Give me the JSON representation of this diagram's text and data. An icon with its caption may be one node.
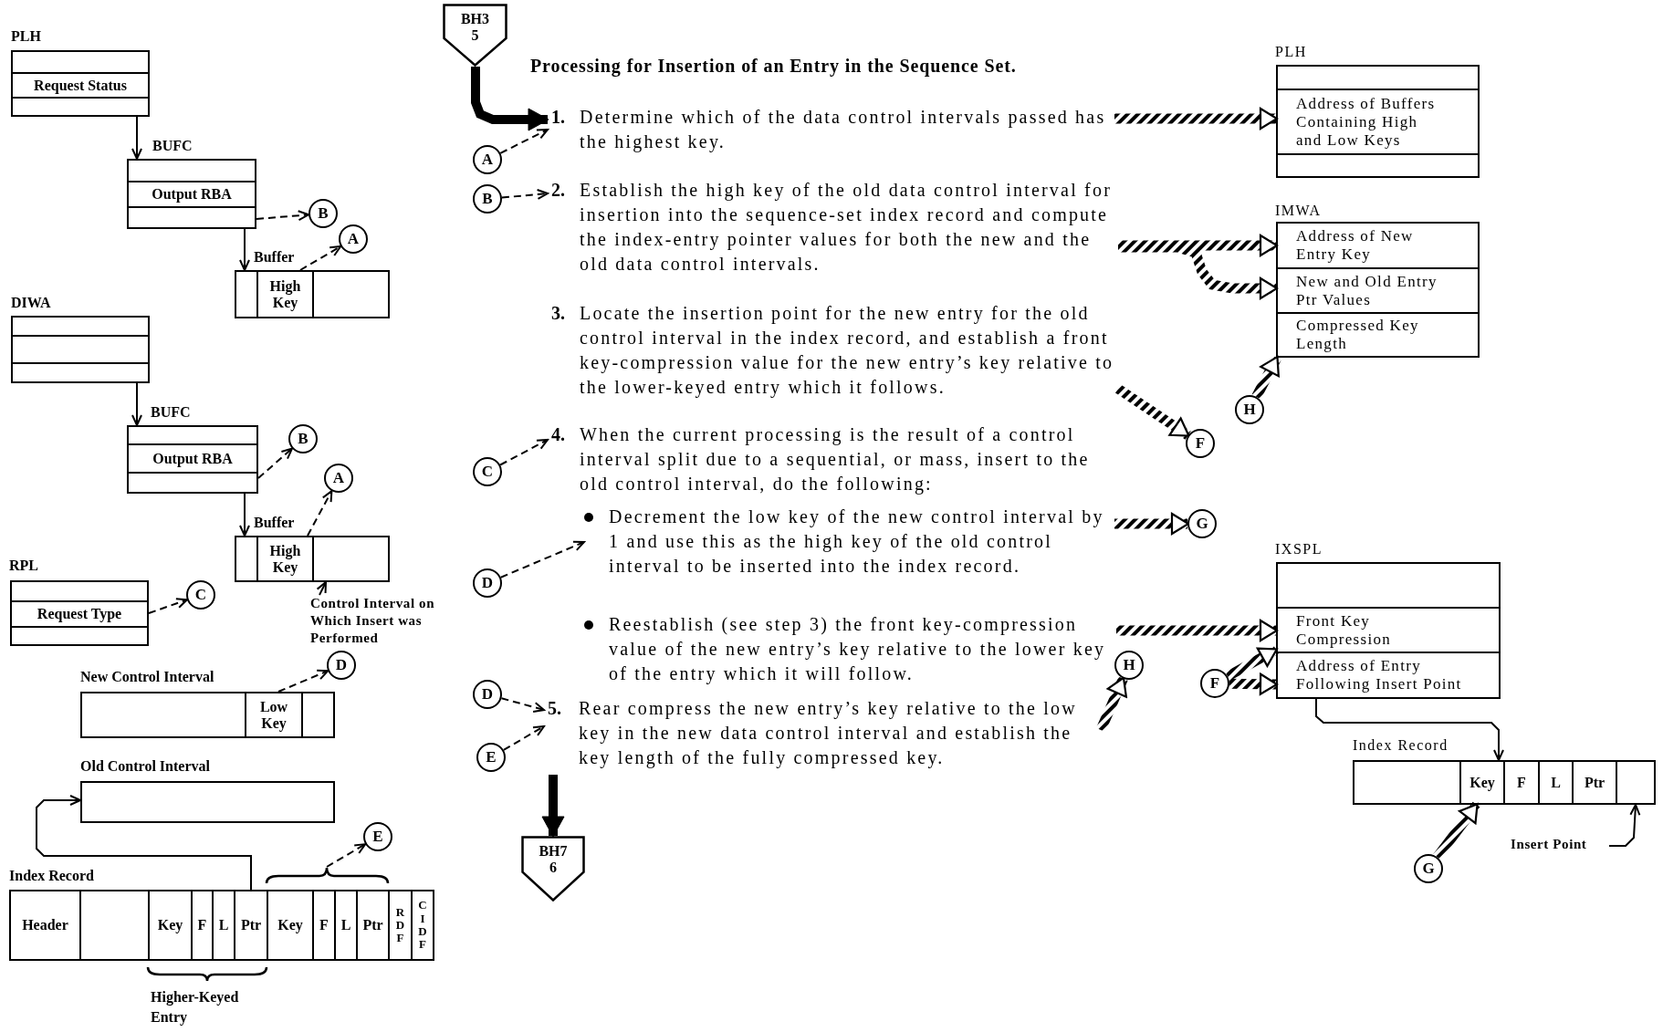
{
  "diagram": {
    "title": "Processing for Insertion of an Entry in the Sequence Set.",
    "nodes": [
      {
        "text": [
          "PLH"
        ]
      },
      {
        "text": [],
        "shape": "box",
        "in": 0
      },
      {
        "text": [
          "Request Status"
        ],
        "in": 0
      },
      {
        "text": [],
        "shape": "box",
        "in": 0
      },
      {
        "text": [
          "BUFC"
        ]
      },
      {
        "text": [],
        "shape": "box",
        "in": 4
      },
      {
        "text": [
          "Output RBA"
        ],
        "in": 4
      },
      {
        "text": [],
        "shape": "box",
        "in": 4
      },
      {
        "text": [
          "Buffer"
        ]
      },
      {
        "text": [],
        "shape": "box",
        "in": 8
      },
      {
        "text": [
          "High Key"
        ],
        "in": 8
      },
      {
        "text": [],
        "shape": "box",
        "in": 8
      },
      {
        "text": [
          "B"
        ]
      },
      {
        "text": [
          "A"
        ]
      },
      {
        "text": [
          "DIWA"
        ]
      },
      {
        "text": [],
        "shape": "box",
        "in": 14
      },
      {
        "text": [],
        "shape": "box",
        "in": 14
      },
      {
        "text": [],
        "shape": "box",
        "in": 14
      },
      {
        "text": [
          "BUFC"
        ]
      },
      {
        "text": [],
        "shape": "box",
        "in": 18
      },
      {
        "text": [
          "Output RBA"
        ],
        "in": 18
      },
      {
        "text": [],
        "shape": "box",
        "in": 18
      },
      {
        "text": [
          "B"
        ]
      },
      {
        "text": [
          "A"
        ]
      },
      {
        "text": [
          "Buffer"
        ]
      },
      {
        "text": [],
        "shape": "box",
        "in": 24
      },
      {
        "text": [
          "High Key"
        ],
        "in": 24
      },
      {
        "text": [],
        "shape": "box",
        "in": 24
      },
      {
        "text": [
          "Control Interval on Which Insert was Performed"
        ]
      },
      {
        "text": [
          "RPL"
        ]
      },
      {
        "text": [],
        "shape": "box",
        "in": 29
      },
      {
        "text": [
          "Request Type"
        ],
        "in": 29
      },
      {
        "text": [],
        "shape": "box",
        "in": 29
      },
      {
        "text": [
          "C"
        ]
      },
      {
        "text": [
          "New Control Interval"
        ]
      },
      {
        "text": [],
        "shape": "box",
        "in": 34
      },
      {
        "text": [
          "Low Key"
        ],
        "in": 34
      },
      {
        "text": [],
        "shape": "box",
        "in": 34
      },
      {
        "text": [
          "D"
        ]
      },
      {
        "text": [
          "Old Control Interval"
        ]
      },
      {
        "text": [
          "Index Record"
        ]
      },
      {
        "text": [
          "Header"
        ],
        "in": 40
      },
      {
        "text": [],
        "shape": "box",
        "in": 40
      },
      {
        "text": [
          "Key"
        ],
        "in": 40
      },
      {
        "text": [
          "F"
        ],
        "in": 40
      },
      {
        "text": [
          "L"
        ],
        "in": 40
      },
      {
        "text": [
          "Ptr"
        ],
        "in": 40
      },
      {
        "text": [
          "Key"
        ],
        "in": 40
      },
      {
        "text": [
          "F"
        ],
        "in": 40
      },
      {
        "text": [
          "L"
        ],
        "in": 40
      },
      {
        "text": [
          "Ptr"
        ],
        "in": 40
      },
      {
        "text": [
          "RDF"
        ],
        "in": 40
      },
      {
        "text": [
          "CIDF"
        ],
        "in": 40
      },
      {
        "text": [
          "E"
        ]
      },
      {
        "text": [
          "BH3 5"
        ]
      },
      {
        "text": [
          "A"
        ]
      },
      {
        "text": [
          "1.",
          "Determine which of the data control intervals passed has the highest key."
        ]
      },
      {
        "text": [
          "B"
        ]
      },
      {
        "text": [
          "2.",
          "Establish the high key of the old data control interval for insertion into the sequence-set index record and compute the index-entry pointer values for both the new and the old data control intervals."
        ]
      },
      {
        "text": [
          "3.",
          "Locate the insertion point for the new entry for the old control interval in the index record, and establish a front key-compression value for the new entry’s key relative to the lower-keyed entry which it follows."
        ]
      },
      {
        "text": [
          "C"
        ]
      },
      {
        "text": [
          "4.",
          "When the current processing is the result of a control interval split due to a sequential, or mass, insert to the old control interval, do the following:"
        ]
      },
      {
        "text": [
          "D"
        ]
      },
      {
        "text": [
          "Decrement the low key of the new control interval by 1 and use this as the high key of the old control interval to be inserted into the index record."
        ]
      },
      {
        "text": [
          "Reestablish (see step 3) the front key-compression value of the new entry’s key relative to the lower key of the entry which it will follow."
        ]
      },
      {
        "text": [
          "D"
        ]
      },
      {
        "text": [
          "E"
        ]
      },
      {
        "text": [
          "5.",
          "Rear compress the new entry’s key relative to the low key in the new data control interval and establish the key length of the fully compressed key."
        ]
      },
      {
        "text": [
          "BH7 6"
        ]
      },
      {
        "text": [
          "PLH"
        ]
      },
      {
        "text": [],
        "shape": "box",
        "in": 69
      },
      {
        "text": [
          "Address of Buffers Containing High and Low Keys"
        ],
        "in": 69
      },
      {
        "text": [],
        "shape": "box",
        "in": 69
      },
      {
        "text": [
          "IMWA"
        ]
      },
      {
        "text": [
          "Address of New Entry Key"
        ],
        "in": 73
      },
      {
        "text": [
          "New and Old Entry Ptr Values"
        ],
        "in": 73
      },
      {
        "text": [
          "Compressed Key Length"
        ],
        "in": 73
      },
      {
        "text": [
          "H"
        ]
      },
      {
        "text": [
          "F"
        ]
      },
      {
        "text": [
          "G"
        ]
      },
      {
        "text": [
          "IXSPL"
        ]
      },
      {
        "text": [],
        "shape": "box",
        "in": 80
      },
      {
        "text": [
          "Front Key Compression"
        ],
        "in": 80
      },
      {
        "text": [
          "Address of Entry Following Insert Point"
        ],
        "in": 80
      },
      {
        "text": [
          "F"
        ]
      },
      {
        "text": [
          "H"
        ]
      },
      {
        "text": [
          "Index Record"
        ]
      },
      {
        "text": [],
        "shape": "box",
        "in": 86
      },
      {
        "text": [
          "Key"
        ],
        "in": 86
      },
      {
        "text": [
          "F"
        ],
        "in": 86
      },
      {
        "text": [
          "L"
        ],
        "in": 86
      },
      {
        "text": [
          "Ptr"
        ],
        "in": 86
      },
      {
        "text": [],
        "shape": "box",
        "in": 86
      },
      {
        "text": [
          "G"
        ]
      },
      {
        "text": [
          "Insert Point"
        ]
      }
    ],
    "edges": [
      {
        "from": 3,
        "to": 5,
        "arrow": "to"
      },
      {
        "from": 7,
        "to": 12,
        "arrow": "to",
        "style": "dashed"
      },
      {
        "from": 7,
        "to": 9,
        "arrow": "to"
      },
      {
        "from": 10,
        "to": 13,
        "arrow": "to",
        "style": "dashed"
      },
      {
        "from": 17,
        "to": 19,
        "arrow": "to"
      },
      {
        "from": 21,
        "to": 22,
        "arrow": "to",
        "style": "dashed"
      },
      {
        "from": 21,
        "to": 25,
        "arrow": "to"
      },
      {
        "from": 26,
        "to": 23,
        "arrow": "to",
        "style": "dashed"
      },
      {
        "from": 28,
        "to": 27,
        "arrow": "to"
      },
      {
        "from": 31,
        "to": 33,
        "arrow": "to",
        "style": "dashed"
      },
      {
        "from": 36,
        "to": 38,
        "arrow": "to",
        "style": "dashed"
      },
      {
        "from": 46,
        "to": 39,
        "arrow": "to"
      },
      {
        "from": 40,
        "to": 53,
        "arrow": "to",
        "style": "dashed"
      },
      {
        "from": 54,
        "to": 56,
        "arrow": "to",
        "style": "thick",
        "color": "#000000"
      },
      {
        "from": 55,
        "to": 56,
        "arrow": "to",
        "style": "dashed"
      },
      {
        "from": 57,
        "to": 58,
        "arrow": "to",
        "style": "dashed"
      },
      {
        "from": 60,
        "to": 61,
        "arrow": "to",
        "style": "dashed"
      },
      {
        "from": 62,
        "to": 63,
        "arrow": "to",
        "style": "dashed"
      },
      {
        "from": 65,
        "to": 67,
        "arrow": "to",
        "style": "dashed"
      },
      {
        "from": 66,
        "to": 67,
        "arrow": "to",
        "style": "dashed"
      },
      {
        "from": 67,
        "to": 68,
        "arrow": "to",
        "style": "thick",
        "color": "#000000"
      },
      {
        "from": 56,
        "to": 71,
        "arrow": "to",
        "style": "thick"
      },
      {
        "from": 58,
        "to": 74,
        "arrow": "to",
        "style": "thick"
      },
      {
        "from": 58,
        "to": 75,
        "arrow": "to",
        "style": "thick"
      },
      {
        "from": 77,
        "to": 76,
        "arrow": "to",
        "style": "thick"
      },
      {
        "from": 59,
        "to": 78,
        "arrow": "to",
        "style": "thick"
      },
      {
        "from": 63,
        "to": 79,
        "arrow": "to",
        "style": "thick"
      },
      {
        "from": 64,
        "to": 82,
        "arrow": "to",
        "style": "thick"
      },
      {
        "from": 84,
        "to": 82,
        "arrow": "to",
        "style": "thick"
      },
      {
        "from": 84,
        "to": 83,
        "arrow": "to",
        "style": "thick"
      },
      {
        "from": 67,
        "to": 85,
        "arrow": "to",
        "style": "thick"
      },
      {
        "from": 83,
        "to": 88,
        "arrow": "to"
      },
      {
        "from": 93,
        "to": 88,
        "arrow": "to",
        "style": "thick"
      },
      {
        "from": 94,
        "to": 92,
        "arrow": "to"
      }
    ],
    "labels": [
      "Higher-Keyed Entry"
    ]
  }
}
